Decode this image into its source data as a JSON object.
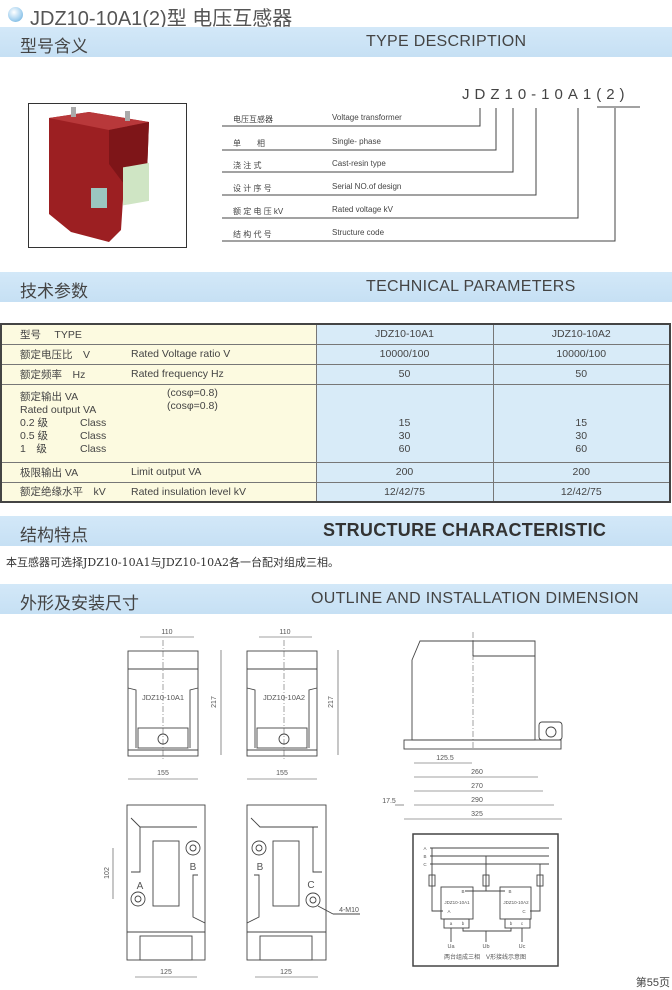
{
  "header": {
    "title": "JDZ10-10A1(2)型 电压互感器",
    "icon": "bullet-circle-icon"
  },
  "sections": {
    "type_description": {
      "cn": "型号含义",
      "en": "TYPE DESCRIPTION"
    },
    "technical_parameters": {
      "cn": "技术参数",
      "en": "TECHNICAL  PARAMETERS"
    },
    "structure": {
      "cn": "结构特点",
      "en": "STRUCTURE CHARACTERISTIC",
      "text": "本互感器可选择JDZ10-10A1与JDZ10-10A2各一台配对组成三相。"
    },
    "outline": {
      "cn": "外形及安装尺寸",
      "en": "OUTLINE AND INSTALLATION DIMENSION"
    }
  },
  "type_code": "JDZ10-10A1(2)",
  "type_rows": [
    {
      "cn": "电压互感器",
      "en": "Voltage transformer"
    },
    {
      "cn": "单　　相",
      "en": "Single- phase"
    },
    {
      "cn": "浇 注 式",
      "en": "Cast-resin type"
    },
    {
      "cn": "设 计 序 号",
      "en": "Serial NO.of design"
    },
    {
      "cn": "额 定 电 压 kV",
      "en": "Rated voltage  kV"
    },
    {
      "cn": "结 构 代 号",
      "en": "Structure  code"
    }
  ],
  "table": {
    "header": {
      "label": "型号　 TYPE",
      "cols": [
        "JDZ10-10A1",
        "JDZ10-10A2"
      ]
    },
    "rows": [
      {
        "cn": "额定电压比　V",
        "en": "Rated Voltage ratio V",
        "v": [
          "10000/100",
          "10000/100"
        ]
      },
      {
        "cn": "额定频率　Hz",
        "en": "Rated frequency Hz",
        "v": [
          "50",
          "50"
        ]
      },
      {
        "cn": "额定绝缘水平　kV",
        "en": "Rated insulation level kV",
        "v": [
          "12/42/75",
          "12/42/75"
        ]
      },
      {
        "cn": "极限输出 VA",
        "en": "Limit output VA",
        "v": [
          "200",
          "200"
        ]
      }
    ],
    "output": {
      "cn": "额定输出 VA",
      "en": "Rated output VA",
      "cos1": "(cosφ=0.8)",
      "cos2": "(cosφ=0.8)",
      "classes": [
        {
          "k": "0.2 级",
          "c": "Class",
          "v": [
            "15",
            "15"
          ]
        },
        {
          "k": "0.5 级",
          "c": "Class",
          "v": [
            "30",
            "30"
          ]
        },
        {
          "k": "1　级",
          "c": "Class",
          "v": [
            "60",
            "60"
          ]
        }
      ]
    }
  },
  "drawing": {
    "front": [
      {
        "model": "JDZ10-10A1",
        "w_top": "110",
        "h": "217",
        "w": "155"
      },
      {
        "model": "JDZ10-10A2",
        "w_top": "110",
        "h": "217",
        "w": "155"
      }
    ],
    "side": {
      "d1": "125.5",
      "d2": "260",
      "d3": "270",
      "d4": "290",
      "d5": "325",
      "d6": "17.5"
    },
    "bottom": [
      {
        "t1": "A",
        "t2": "B",
        "dim": "102",
        "w": "125"
      },
      {
        "t1": "B",
        "t2": "C",
        "hole": "4-M10",
        "w": "125"
      }
    ],
    "wiring": {
      "lines": [
        "A",
        "B",
        "C"
      ],
      "m1": "JDZ10-10A1",
      "m2": "JDZ10-10A2",
      "p": [
        "B",
        "A",
        "a",
        "b",
        "B",
        "C",
        "b",
        "c"
      ],
      "out": [
        "Ua",
        "Ub",
        "Uc"
      ],
      "caption": "两台组成三相　V形接线示意图"
    }
  },
  "page_number": "第55页",
  "colors": {
    "band": "#c6e0f4",
    "table_left": "#fcfae0",
    "table_right": "#d8ebf8",
    "product": "#9c1f22"
  }
}
